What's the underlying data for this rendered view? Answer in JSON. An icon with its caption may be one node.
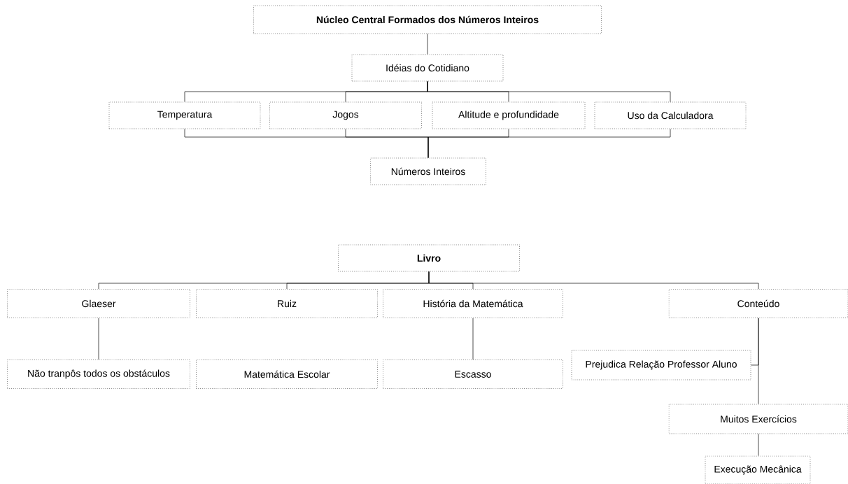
{
  "diagram": {
    "nodes": [
      {
        "text": [
          "Núcleo Central Formados dos Números Inteiros"
        ]
      },
      {
        "text": [
          "Idéias do Cotidiano"
        ]
      },
      {
        "text": [
          "Temperatura"
        ]
      },
      {
        "text": [
          "Jogos"
        ]
      },
      {
        "text": [
          "Altitude e profundidade"
        ]
      },
      {
        "text": [
          "Uso da Calculadora"
        ]
      },
      {
        "text": [
          "Números Inteiros"
        ]
      },
      {
        "text": [
          "Livro"
        ]
      },
      {
        "text": [
          "Glaeser"
        ]
      },
      {
        "text": [
          "Ruiz"
        ]
      },
      {
        "text": [
          "História da Matemática"
        ]
      },
      {
        "text": [
          "Conteúdo"
        ]
      },
      {
        "text": [
          "Não tranpôs todos os obstáculos"
        ]
      },
      {
        "text": [
          "Matemática Escolar"
        ]
      },
      {
        "text": [
          "Escasso"
        ]
      },
      {
        "text": [
          "Prejudica Relação Professor Aluno"
        ]
      },
      {
        "text": [
          "Muitos Exercícios"
        ]
      },
      {
        "text": [
          "Execução Mecânica"
        ]
      }
    ],
    "edges": [
      {
        "from": 0,
        "to": 1,
        "arrow": "none"
      },
      {
        "from": 1,
        "to": 2,
        "arrow": "none"
      },
      {
        "from": 1,
        "to": 3,
        "arrow": "none"
      },
      {
        "from": 1,
        "to": 4,
        "arrow": "none"
      },
      {
        "from": 1,
        "to": 5,
        "arrow": "none"
      },
      {
        "from": 2,
        "to": 6,
        "arrow": "none"
      },
      {
        "from": 3,
        "to": 6,
        "arrow": "none"
      },
      {
        "from": 4,
        "to": 6,
        "arrow": "none"
      },
      {
        "from": 5,
        "to": 6,
        "arrow": "none"
      },
      {
        "from": 7,
        "to": 8,
        "arrow": "none"
      },
      {
        "from": 7,
        "to": 9,
        "arrow": "none"
      },
      {
        "from": 7,
        "to": 10,
        "arrow": "none"
      },
      {
        "from": 7,
        "to": 11,
        "arrow": "none"
      },
      {
        "from": 8,
        "to": 12,
        "arrow": "none"
      },
      {
        "from": 10,
        "to": 14,
        "arrow": "none"
      },
      {
        "from": 11,
        "to": 15,
        "arrow": "none"
      },
      {
        "from": 11,
        "to": 16,
        "arrow": "none"
      },
      {
        "from": 16,
        "to": 17,
        "arrow": "none"
      }
    ]
  }
}
